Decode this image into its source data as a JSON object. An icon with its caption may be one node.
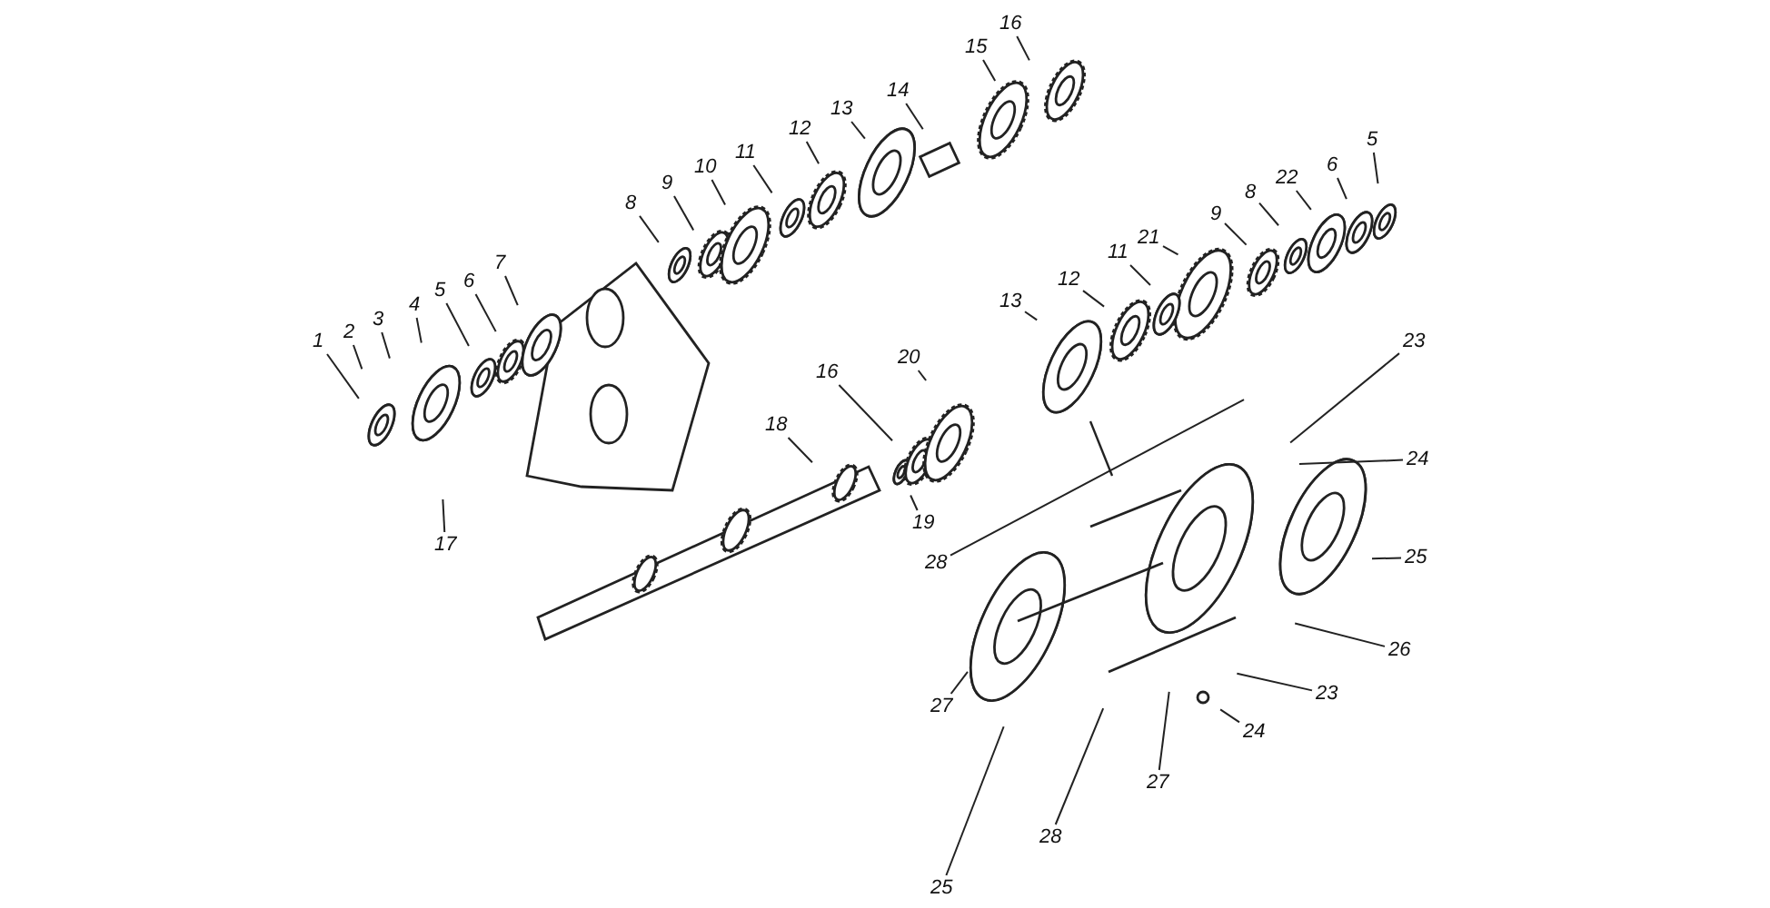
{
  "diagram": {
    "nodes": [
      {
        "text": [
          "1"
        ]
      },
      {
        "text": [
          "2"
        ]
      },
      {
        "text": [
          "3"
        ]
      },
      {
        "text": [
          "4"
        ]
      },
      {
        "text": [
          "5"
        ]
      },
      {
        "text": [
          "6"
        ]
      },
      {
        "text": [
          "7"
        ]
      },
      {
        "text": [
          "8"
        ]
      },
      {
        "text": [
          "9"
        ]
      },
      {
        "text": [
          "10"
        ]
      },
      {
        "text": [
          "11"
        ]
      },
      {
        "text": [
          "12"
        ]
      },
      {
        "text": [
          "13"
        ]
      },
      {
        "text": [
          "14"
        ]
      },
      {
        "text": [
          "15"
        ]
      },
      {
        "text": [
          "16"
        ]
      },
      {
        "text": [
          "5"
        ]
      },
      {
        "text": [
          "6"
        ]
      },
      {
        "text": [
          "22"
        ]
      },
      {
        "text": [
          "8"
        ]
      },
      {
        "text": [
          "9"
        ]
      },
      {
        "text": [
          "21"
        ]
      },
      {
        "text": [
          "11"
        ]
      },
      {
        "text": [
          "12"
        ]
      },
      {
        "text": [
          "13"
        ]
      },
      {
        "text": [
          "20"
        ]
      },
      {
        "text": [
          "16"
        ]
      },
      {
        "text": [
          "19"
        ]
      },
      {
        "text": [
          "18"
        ]
      },
      {
        "text": [
          "17"
        ]
      },
      {
        "text": [
          "23"
        ]
      },
      {
        "text": [
          "24"
        ]
      },
      {
        "text": [
          "25"
        ]
      },
      {
        "text": [
          "26"
        ]
      },
      {
        "text": [
          "23"
        ]
      },
      {
        "text": [
          "24"
        ]
      },
      {
        "text": [
          "28"
        ]
      },
      {
        "text": [
          "27"
        ]
      },
      {
        "text": [
          "27"
        ]
      },
      {
        "text": [
          "28"
        ]
      },
      {
        "text": [
          "25"
        ]
      }
    ],
    "edges": [
      {
        "from": 0,
        "to": null,
        "arrow": "none"
      },
      {
        "from": 1,
        "to": null,
        "arrow": "none"
      },
      {
        "from": 2,
        "to": null,
        "arrow": "none"
      },
      {
        "from": 3,
        "to": null,
        "arrow": "none"
      },
      {
        "from": 4,
        "to": null,
        "arrow": "none"
      },
      {
        "from": 5,
        "to": null,
        "arrow": "none"
      },
      {
        "from": 6,
        "to": null,
        "arrow": "none"
      },
      {
        "from": 7,
        "to": null,
        "arrow": "none"
      },
      {
        "from": 8,
        "to": null,
        "arrow": "none"
      },
      {
        "from": 9,
        "to": null,
        "arrow": "none"
      },
      {
        "from": 10,
        "to": null,
        "arrow": "none"
      },
      {
        "from": 11,
        "to": null,
        "arrow": "none"
      },
      {
        "from": 12,
        "to": null,
        "arrow": "none"
      },
      {
        "from": 13,
        "to": null,
        "arrow": "none"
      },
      {
        "from": 14,
        "to": null,
        "arrow": "none"
      },
      {
        "from": 15,
        "to": null,
        "arrow": "none"
      },
      {
        "from": 16,
        "to": null,
        "arrow": "none"
      },
      {
        "from": 17,
        "to": null,
        "arrow": "none"
      },
      {
        "from": 18,
        "to": null,
        "arrow": "none"
      },
      {
        "from": 19,
        "to": null,
        "arrow": "none"
      },
      {
        "from": 20,
        "to": null,
        "arrow": "none"
      },
      {
        "from": 21,
        "to": null,
        "arrow": "none"
      },
      {
        "from": 22,
        "to": null,
        "arrow": "none"
      },
      {
        "from": 23,
        "to": null,
        "arrow": "none"
      },
      {
        "from": 24,
        "to": null,
        "arrow": "none"
      },
      {
        "from": 25,
        "to": null,
        "arrow": "none"
      },
      {
        "from": 26,
        "to": null,
        "arrow": "none"
      },
      {
        "from": 27,
        "to": null,
        "arrow": "none"
      },
      {
        "from": 28,
        "to": null,
        "arrow": "none"
      },
      {
        "from": 29,
        "to": null,
        "arrow": "none"
      },
      {
        "from": 30,
        "to": null,
        "arrow": "none"
      },
      {
        "from": 31,
        "to": null,
        "arrow": "none"
      },
      {
        "from": 32,
        "to": null,
        "arrow": "none"
      },
      {
        "from": 33,
        "to": null,
        "arrow": "none"
      },
      {
        "from": 34,
        "to": null,
        "arrow": "none"
      },
      {
        "from": 35,
        "to": null,
        "arrow": "none"
      },
      {
        "from": 36,
        "to": null,
        "arrow": "none"
      },
      {
        "from": 37,
        "to": null,
        "arrow": "none"
      },
      {
        "from": 38,
        "to": null,
        "arrow": "none"
      },
      {
        "from": 39,
        "to": null,
        "arrow": "none"
      },
      {
        "from": 40,
        "to": null,
        "arrow": "none"
      }
    ]
  }
}
